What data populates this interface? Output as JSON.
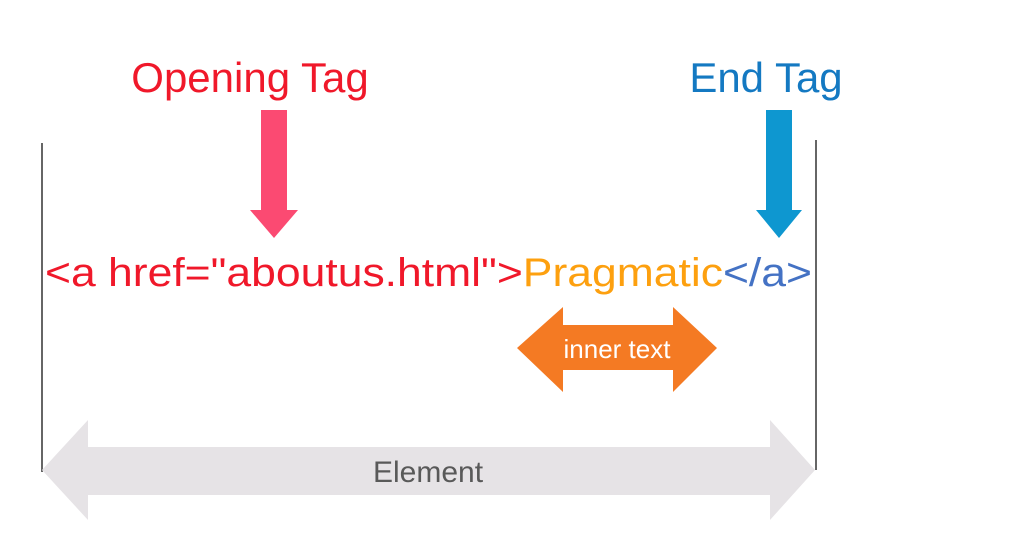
{
  "labels": {
    "opening_tag": "Opening Tag",
    "end_tag": "End Tag",
    "inner_text": "inner text",
    "element": "Element"
  },
  "code": {
    "open": "<a href=\"aboutus.html\">",
    "inner": "Pragmatic",
    "close": "</a>"
  },
  "colors": {
    "opening": "#f0182a",
    "opening_arrow": "#fb4a72",
    "end": "#1479c2",
    "end_arrow": "#0e97d0",
    "inner": "#fda00f",
    "close_tag": "#4472c4",
    "inner_arrow": "#f47a23",
    "element_arrow": "#e6e3e6",
    "element_text": "#595959"
  }
}
